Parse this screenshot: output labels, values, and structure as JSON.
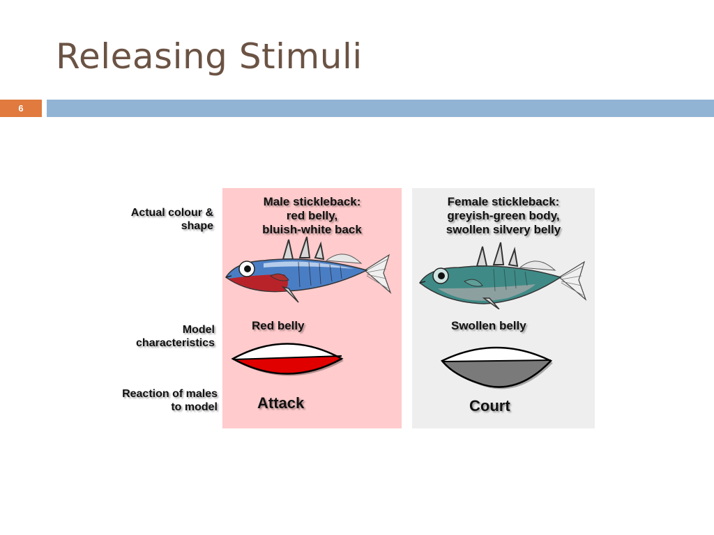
{
  "slide": {
    "title": "Releasing Stimuli",
    "number": "6"
  },
  "row_labels": {
    "actual": [
      "Actual colour &",
      "shape"
    ],
    "model": [
      "Model",
      "characteristics"
    ],
    "reaction": [
      "Reaction of males",
      "to model"
    ]
  },
  "male": {
    "title_lines": [
      "Male stickleback:",
      "red belly,",
      "bluish-white back"
    ],
    "model_characteristic": "Red belly",
    "reaction": "Attack",
    "panel_color": "#ffcbcc",
    "belly_color": "#e00000"
  },
  "female": {
    "title_lines": [
      "Female stickleback:",
      "greyish-green body,",
      "swollen silvery belly"
    ],
    "model_characteristic": "Swollen belly",
    "reaction": "Court",
    "panel_color": "#eeeeee",
    "belly_color": "#7a7a7a"
  },
  "colors": {
    "accent_orange": "#e07a3e",
    "header_blue": "#92b4d4",
    "title_brown": "#6b5344"
  }
}
